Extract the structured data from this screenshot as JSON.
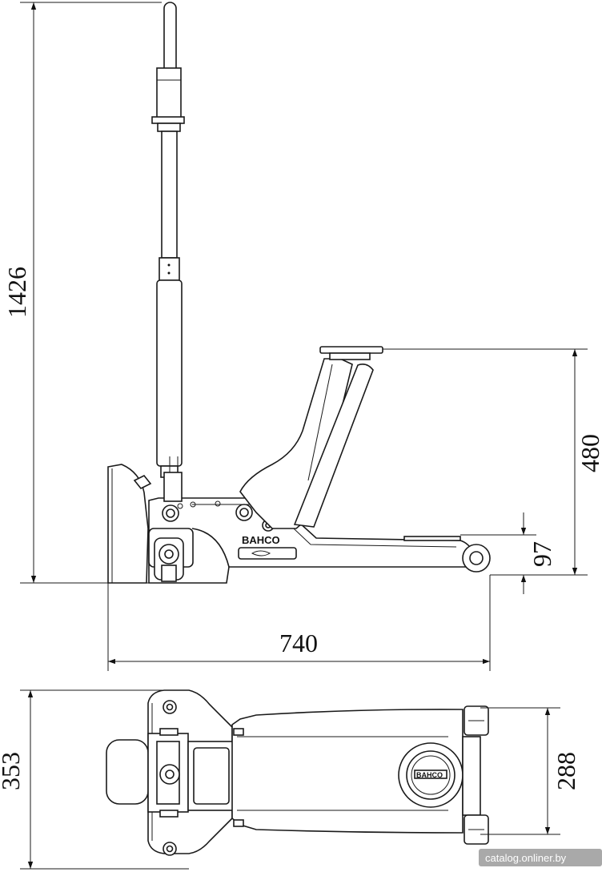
{
  "dimensions": {
    "height_total": "1426",
    "height_lift_max": "480",
    "height_lift_min": "97",
    "length": "740",
    "width_total": "353",
    "width_wheelbase": "288"
  },
  "brand": {
    "name": "BAHCO"
  },
  "watermark": {
    "text": "catalog.onliner.by"
  }
}
